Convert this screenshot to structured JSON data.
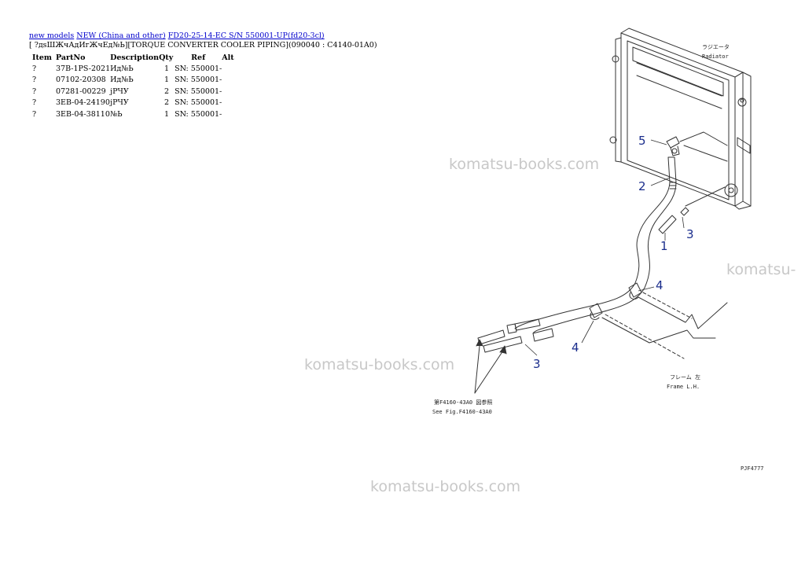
{
  "breadcrumb": {
    "links": [
      "new models",
      "NEW (China and other)",
      "FD20-25-14-EC S/N 550001-UP(fd20-3cl)"
    ]
  },
  "subtitle": "[ ?дsШЖчАдИгЖчЕд№Ь][TORQUE CONVERTER COOLER PIPING](090040 : C4140-01A0)",
  "table": {
    "headers": [
      "Item",
      "PartNo",
      "Description",
      "Qty",
      "Ref",
      "Alt"
    ],
    "rows": [
      [
        "?",
        "37B-1PS-2021",
        "Ид№Ь",
        "1",
        "SN: 550001-",
        ""
      ],
      [
        "?",
        "07102-20308",
        "Ид№Ь",
        "1",
        "SN: 550001-",
        ""
      ],
      [
        "?",
        "07281-00229",
        "јРЧУ",
        "2",
        "SN: 550001-",
        ""
      ],
      [
        "?",
        "3EB-04-24190",
        "јРЧУ",
        "2",
        "SN: 550001-",
        ""
      ],
      [
        "?",
        "3EB-04-38110",
        "№Ь",
        "1",
        "SN: 550001-",
        ""
      ]
    ]
  },
  "diagram": {
    "radiator_jp": "ラジエータ",
    "radiator_en": "Radiator",
    "frame_jp": "フレーム 左",
    "frame_en": "Frame L.H.",
    "ref_jp": "第F4160-43A0 図参照",
    "ref_en": "See Fig.F4160-43A0",
    "code": "PJF4777",
    "callouts": [
      "5",
      "2",
      "3",
      "1",
      "4",
      "4",
      "3"
    ]
  },
  "watermarks": [
    "komatsu-books.com",
    "komatsu-",
    "komatsu-books.com",
    "komatsu-books.com"
  ]
}
